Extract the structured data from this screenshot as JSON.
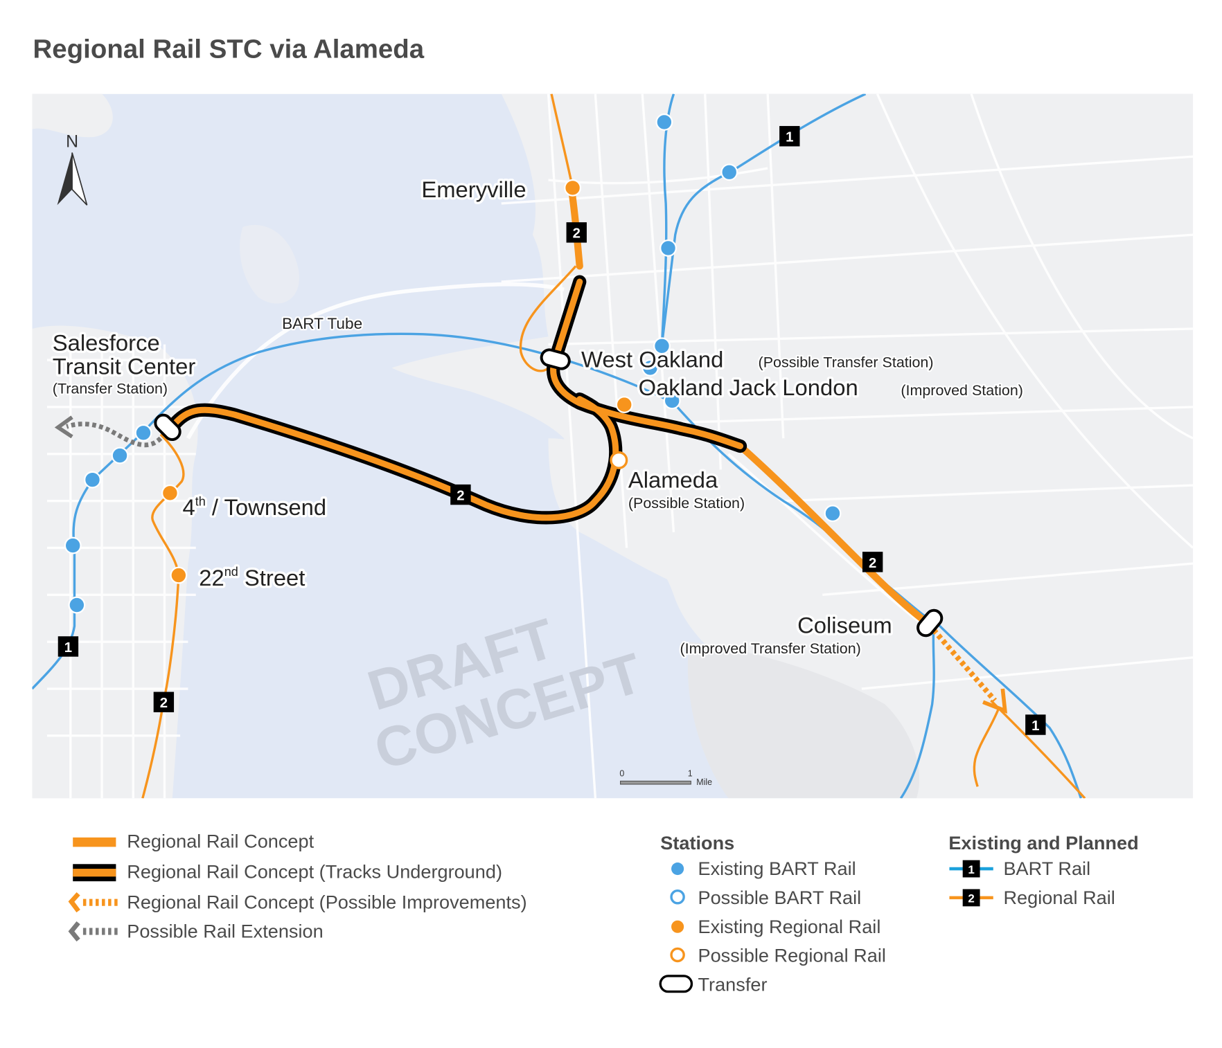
{
  "title": "Regional Rail STC via Alameda",
  "colors": {
    "regional_rail": "#F7941D",
    "bart": "#4BA3E3",
    "bart_legend": "#1BA1DC",
    "water": "#E1E8F5",
    "land": "#EFF0F2",
    "text_dark": "#222222",
    "text_legend": "#4A4A4A",
    "extension_gray": "#7A7A7A",
    "watermark": "#C9CFDB"
  },
  "map": {
    "north_arrow_label": "N",
    "watermark": [
      "DRAFT",
      "CONCEPT"
    ],
    "scale_bar": {
      "start": "0",
      "end": "1",
      "unit": "Mile"
    },
    "labels": {
      "bart_tube": "BART Tube",
      "salesforce_line1": "Salesforce",
      "salesforce_line2": "Transit Center",
      "salesforce_note": "(Transfer Station)",
      "emeryville": "Emeryville",
      "west_oakland": "West Oakland",
      "west_oakland_note": "(Possible Transfer Station)",
      "jack_london": "Oakland Jack London",
      "jack_london_note": "(Improved Station)",
      "alameda": "Alameda",
      "alameda_note": "(Possible Station)",
      "townsend_num": "4",
      "townsend_sup": "th",
      "townsend_rest": " / Townsend",
      "street22_num": "22",
      "street22_sup": "nd",
      "street22_rest": " Street",
      "coliseum": "Coliseum",
      "coliseum_note": "(Improved Transfer Station)"
    },
    "route_badges": {
      "bart": "1",
      "regional": "2"
    }
  },
  "legend": {
    "lines": [
      {
        "label": "Regional Rail Concept",
        "symbol": "orange-line"
      },
      {
        "label": "Regional Rail Concept (Tracks Underground)",
        "symbol": "orange-black-line"
      },
      {
        "label": "Regional Rail Concept (Possible Improvements)",
        "symbol": "orange-dashed-arrow"
      },
      {
        "label": "Possible Rail Extension",
        "symbol": "gray-dashed-arrow"
      }
    ],
    "stations": {
      "heading": "Stations",
      "items": [
        {
          "label": "Existing BART Rail",
          "symbol": "blue-filled-circle"
        },
        {
          "label": "Possible BART Rail",
          "symbol": "blue-hollow-circle"
        },
        {
          "label": "Existing Regional Rail",
          "symbol": "orange-filled-circle"
        },
        {
          "label": "Possible Regional Rail",
          "symbol": "orange-hollow-circle"
        },
        {
          "label": "Transfer",
          "symbol": "transfer-pill"
        }
      ]
    },
    "existing_planned": {
      "heading": "Existing and Planned",
      "items": [
        {
          "badge": "1",
          "label": "BART Rail",
          "color": "#1BA1DC"
        },
        {
          "badge": "2",
          "label": "Regional Rail",
          "color": "#F7941D"
        }
      ]
    }
  }
}
